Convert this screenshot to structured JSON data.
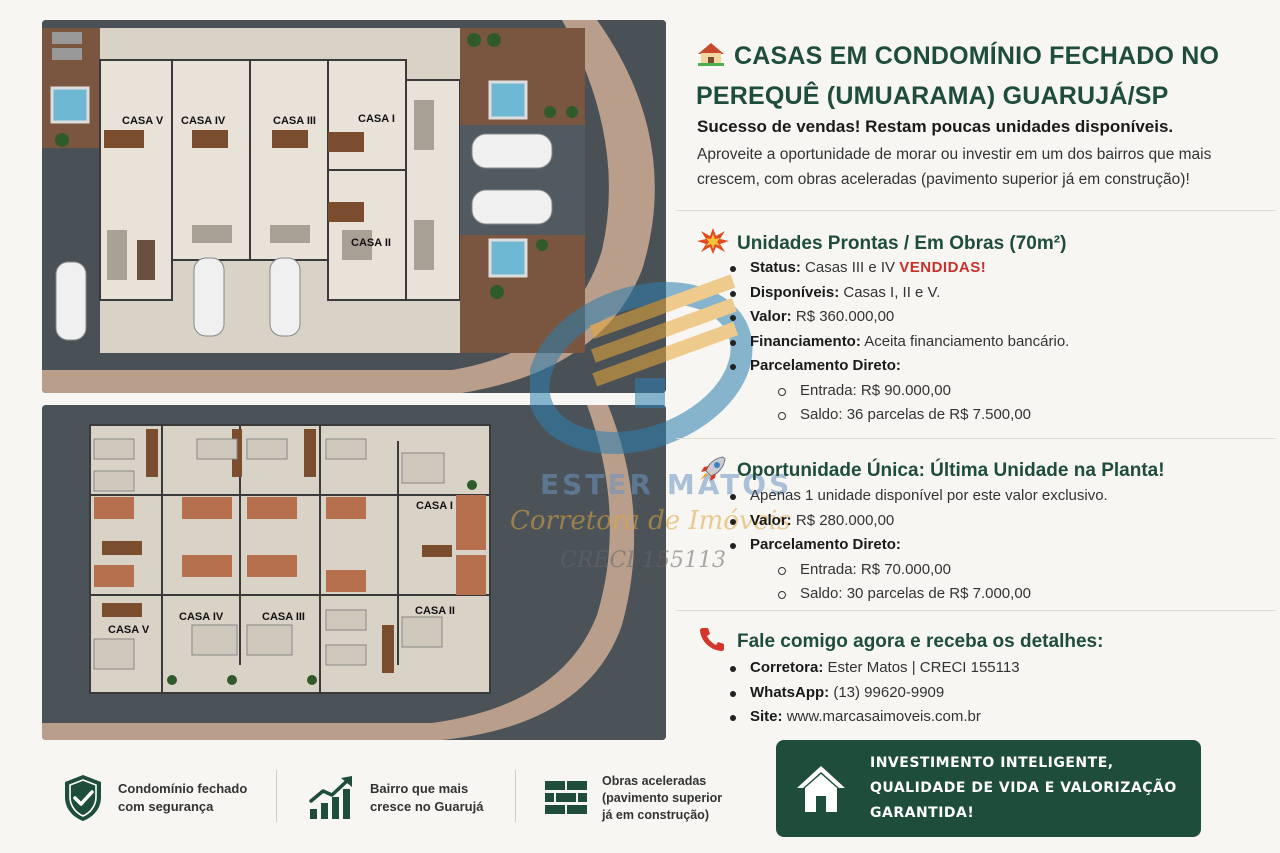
{
  "header": {
    "title": "CASAS EM CONDOMÍNIO FECHADO NO PEREQUÊ (UMUARAMA) GUARUJÁ/SP",
    "subtitle": "Sucesso de vendas! Restam poucas unidades disponíveis.",
    "intro": "Aproveite a oportunidade de morar ou investir em um dos bairros que mais crescem, com obras aceleradas (pavimento superior já em construção)!"
  },
  "plans": {
    "top_labels": [
      "CASA V",
      "CASA IV",
      "CASA III",
      "CASA I",
      "CASA II"
    ],
    "bottom_labels": [
      "CASA I",
      "CASA V",
      "CASA IV",
      "CASA III",
      "CASA II"
    ]
  },
  "watermark": {
    "name": "ESTER MATOS",
    "subtitle": "Corretora de Imóveis",
    "creci": "CRECI 155113"
  },
  "section1": {
    "heading": "Unidades Prontas / Em Obras (70m²)",
    "status_key": "Status:",
    "status_val": "Casas III e IV",
    "status_sold": "VENDIDAS!",
    "disp_key": "Disponíveis:",
    "disp_val": "Casas I, II e V.",
    "valor_key": "Valor:",
    "valor_val": "R$ 360.000,00",
    "fin_key": "Financiamento:",
    "fin_val": "Aceita financiamento bancário.",
    "parc_key": "Parcelamento Direto:",
    "entrada": "Entrada: R$ 90.000,00",
    "saldo": "Saldo: 36 parcelas de R$ 7.500,00"
  },
  "section2": {
    "heading": "Oportunidade Única: Última Unidade na Planta!",
    "apenas": "Apenas 1 unidade disponível por este valor exclusivo.",
    "valor_key": "Valor:",
    "valor_val": "R$ 280.000,00",
    "parc_key": "Parcelamento Direto:",
    "entrada": "Entrada: R$ 70.000,00",
    "saldo": "Saldo: 30 parcelas de R$ 7.000,00"
  },
  "section3": {
    "heading": "Fale comigo agora e receba os detalhes:",
    "corretora_key": "Corretora:",
    "corretora_val": "Ester Matos | CRECI 155113",
    "whatsapp_key": "WhatsApp:",
    "whatsapp_val": "(13) 99620-9909",
    "site_key": "Site:",
    "site_val": "www.marcasaimoveis.com.br"
  },
  "features": [
    {
      "line1": "Condomínio fechado",
      "line2": "com segurança",
      "line3": ""
    },
    {
      "line1": "Bairro que mais",
      "line2": "cresce no Guarujá",
      "line3": ""
    },
    {
      "line1": "Obras aceleradas",
      "line2": "(pavimento superior",
      "line3": "já em construção)"
    }
  ],
  "cta": {
    "line1": "INVESTIMENTO INTELIGENTE,",
    "line2": "QUALIDADE DE VIDA E VALORIZAÇÃO",
    "line3": "GARANTIDA!"
  },
  "colors": {
    "brand_green": "#1f4d3b",
    "sold_red": "#c8302c",
    "background": "#f7f6f2"
  }
}
